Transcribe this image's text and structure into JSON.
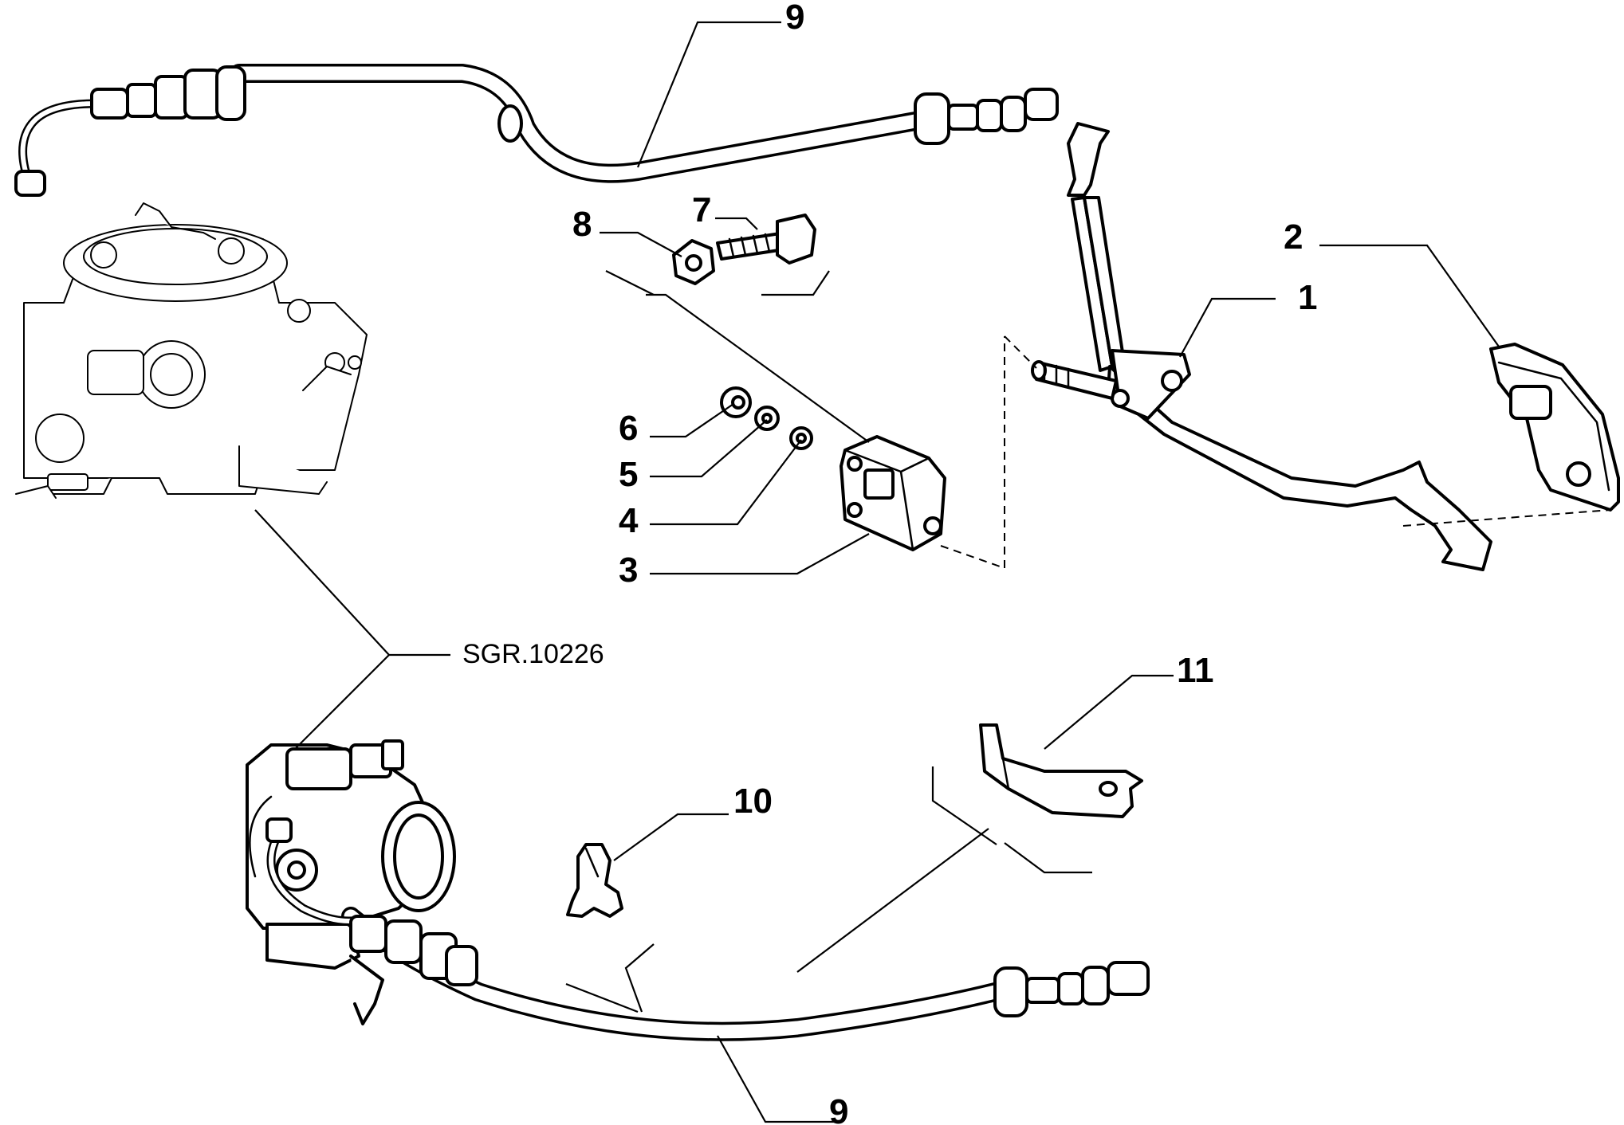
{
  "diagram": {
    "callouts": {
      "c1": "1",
      "c2": "2",
      "c3": "3",
      "c4": "4",
      "c5": "5",
      "c6": "6",
      "c7": "7",
      "c8": "8",
      "c9_top": "9",
      "c9_bottom": "9",
      "c10": "10",
      "c11": "11"
    },
    "reference_label": "SGR.10226"
  }
}
